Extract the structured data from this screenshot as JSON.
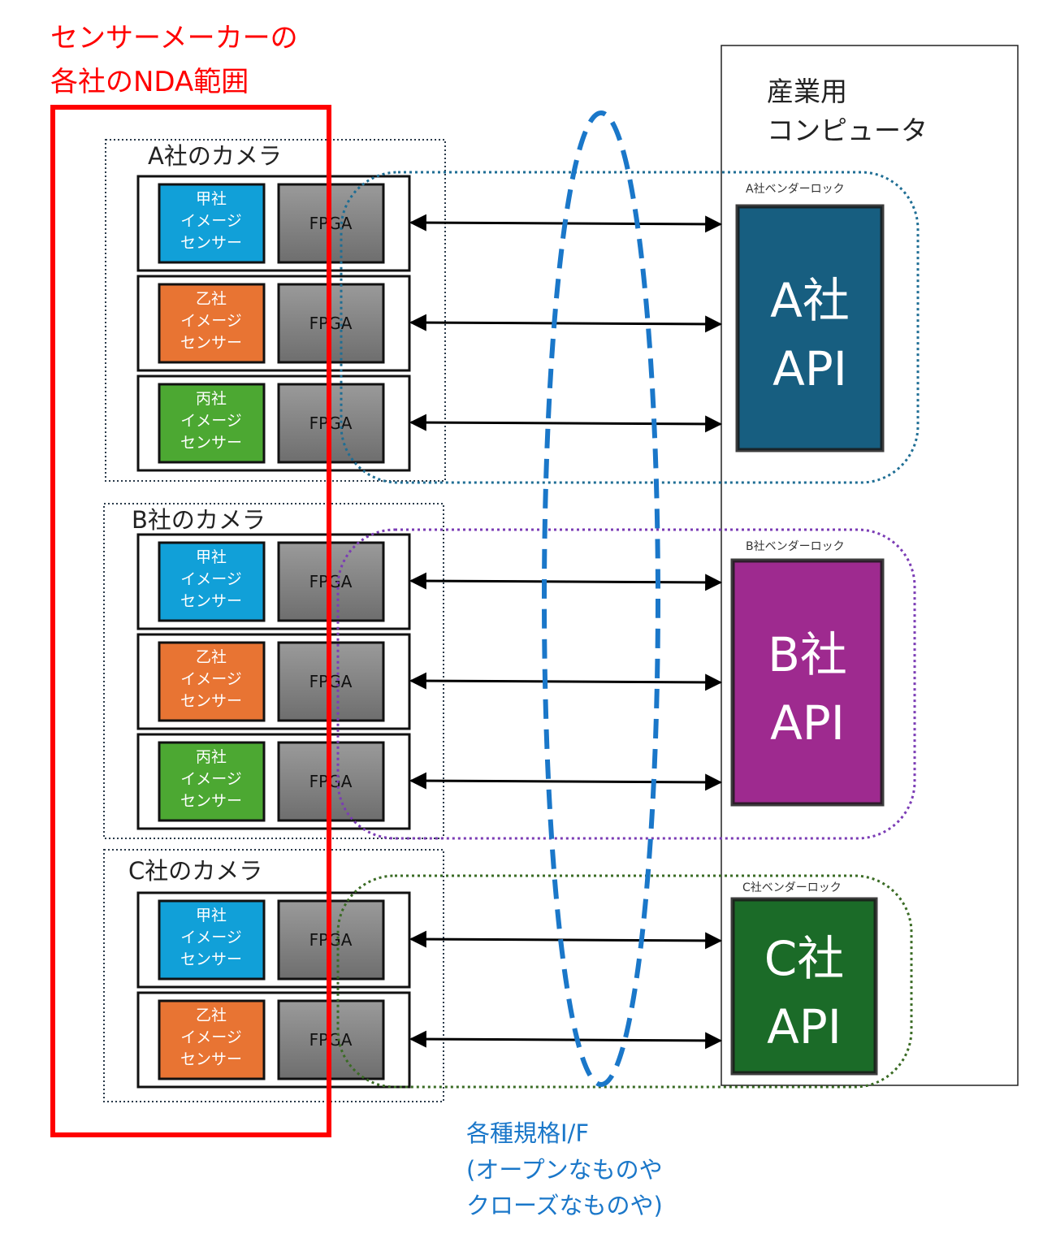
{
  "nda_title": [
    "センサーメーカーの",
    "各社のNDA範囲"
  ],
  "computer": {
    "title": [
      "産業用",
      "コンピュータ"
    ]
  },
  "interface_label": [
    "各種規格I/F",
    "(オープンなものや",
    "クローズなものや)"
  ],
  "colors": {
    "nda_red": "#ff0000",
    "sensor_kou": "#11a0d8",
    "sensor_otsu": "#e87433",
    "sensor_hei": "#4ca832",
    "fpga": "#7a7a7a",
    "api_a": "#175e80",
    "api_b": "#9e2a8f",
    "api_c": "#1b6b28",
    "lock_a": "#1f6e94",
    "lock_b": "#7b3cb5",
    "lock_c": "#3a6b24",
    "interface_blue": "#1a77c9"
  },
  "cameras": [
    {
      "label": "A社のカメラ",
      "modules": [
        {
          "sensor": [
            "甲社",
            "イメージ",
            "センサー"
          ],
          "sensor_color": "#11a0d8",
          "fpga": "FPGA"
        },
        {
          "sensor": [
            "乙社",
            "イメージ",
            "センサー"
          ],
          "sensor_color": "#e87433",
          "fpga": "FPGA"
        },
        {
          "sensor": [
            "丙社",
            "イメージ",
            "センサー"
          ],
          "sensor_color": "#4ca832",
          "fpga": "FPGA"
        }
      ]
    },
    {
      "label": "B社のカメラ",
      "modules": [
        {
          "sensor": [
            "甲社",
            "イメージ",
            "センサー"
          ],
          "sensor_color": "#11a0d8",
          "fpga": "FPGA"
        },
        {
          "sensor": [
            "乙社",
            "イメージ",
            "センサー"
          ],
          "sensor_color": "#e87433",
          "fpga": "FPGA"
        },
        {
          "sensor": [
            "丙社",
            "イメージ",
            "センサー"
          ],
          "sensor_color": "#4ca832",
          "fpga": "FPGA"
        }
      ]
    },
    {
      "label": "C社のカメラ",
      "modules": [
        {
          "sensor": [
            "甲社",
            "イメージ",
            "センサー"
          ],
          "sensor_color": "#11a0d8",
          "fpga": "FPGA"
        },
        {
          "sensor": [
            "乙社",
            "イメージ",
            "センサー"
          ],
          "sensor_color": "#e87433",
          "fpga": "FPGA"
        }
      ]
    }
  ],
  "vendor_locks": [
    {
      "label": "A社ベンダーロック",
      "api": [
        "A社",
        "API"
      ],
      "api_color": "#175e80",
      "lock_color": "#1f6e94"
    },
    {
      "label": "B社ベンダーロック",
      "api": [
        "B社",
        "API"
      ],
      "api_color": "#9e2a8f",
      "lock_color": "#7b3cb5"
    },
    {
      "label": "C社ベンダーロック",
      "api": [
        "C社",
        "API"
      ],
      "api_color": "#1b6b28",
      "lock_color": "#3a6b24"
    }
  ]
}
